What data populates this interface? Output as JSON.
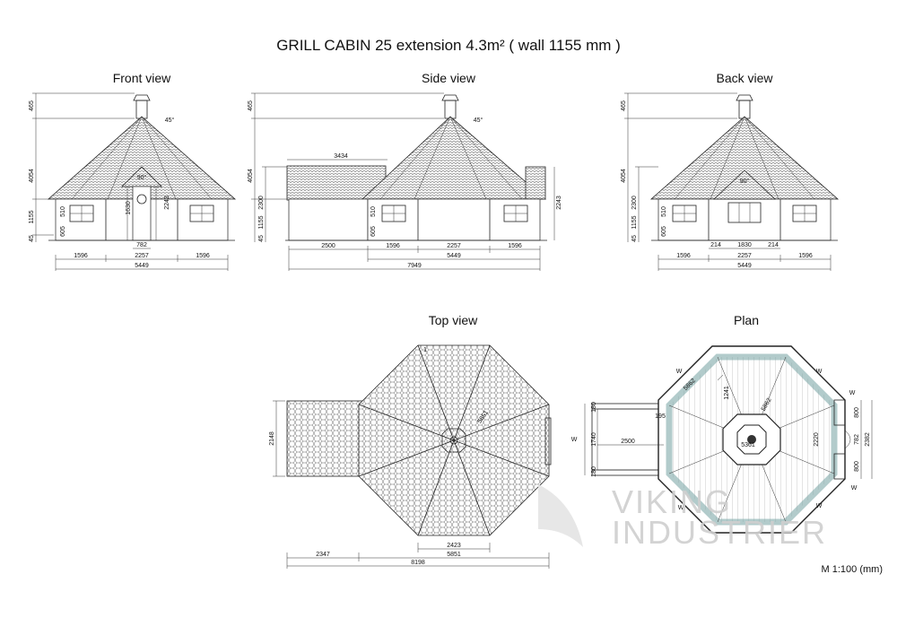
{
  "title": "GRILL CABIN 25 extension 4.3m² ( wall 1155 mm )",
  "views": {
    "front": "Front view",
    "side": "Side view",
    "back": "Back view",
    "top": "Top view",
    "plan": "Plan"
  },
  "scale_note": "M 1:100 (mm)",
  "watermark": {
    "line1": "VIKING",
    "line2": "INDUSTRIER"
  },
  "front_dims": {
    "h465": "465",
    "h4054": "4054",
    "h1155": "1155",
    "h45": "45",
    "h605": "605",
    "h510": "510",
    "h1630": "1630",
    "h2243": "2243",
    "w782": "782",
    "w1596a": "1596",
    "w2257": "2257",
    "w1596b": "1596",
    "w5449": "5449",
    "ang90": "90°",
    "ang45": "45°"
  },
  "side_dims": {
    "h465": "465",
    "h4054": "4054",
    "h2300": "2300",
    "h1155": "1155",
    "h45": "45",
    "h605": "605",
    "h510": "510",
    "h2243": "2243",
    "w3434": "3434",
    "w2500": "2500",
    "w1596a": "1596",
    "w2257": "2257",
    "w1596b": "1596",
    "w5449": "5449",
    "w7949": "7949",
    "ang45": "45°"
  },
  "back_dims": {
    "h465": "465",
    "h4054": "4054",
    "h2300": "2300",
    "h1155": "1155",
    "h45": "45",
    "h605": "605",
    "h510": "510",
    "w214a": "214",
    "w1830": "1830",
    "w214b": "214",
    "w1596a": "1596",
    "w2257": "2257",
    "w1596b": "1596",
    "w5449": "5449",
    "ang90": "90°"
  },
  "top_dims": {
    "h2148": "2148",
    "d1": "1",
    "d2423": "2423",
    "w2347": "2347",
    "w5851": "5851",
    "w8198": "8198",
    "d5851": "5851"
  },
  "plan_dims": {
    "w_label": "W",
    "h180a": "180",
    "h1740": "1740",
    "h180b": "180",
    "w2500": "2500",
    "w195": "195",
    "d1241": "1241",
    "d5361": "5361",
    "d5862": "5862",
    "d5862b": "5862",
    "h2220": "2220",
    "h2382": "2382",
    "h800a": "800",
    "h800b": "800",
    "h782": "782"
  }
}
